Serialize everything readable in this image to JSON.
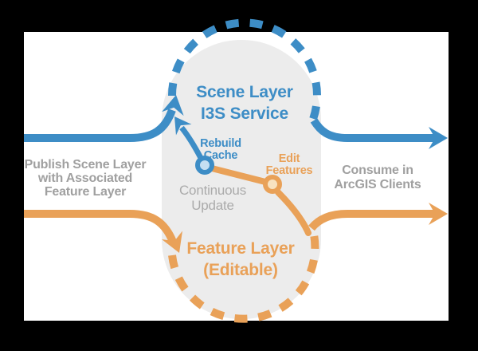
{
  "diagram": {
    "capsule": {
      "scene_layer": {
        "title_line1": "Scene Layer",
        "title_line2": "I3S Service"
      },
      "feature_layer": {
        "title_line1": "Feature Layer",
        "title_line2": "(Editable)"
      },
      "rebuild_cache": {
        "label_line1": "Rebuild",
        "label_line2": "Cache"
      },
      "edit_features": {
        "label_line1": "Edit",
        "label_line2": "Features"
      },
      "continuous_update": {
        "label_line1": "Continuous",
        "label_line2": "Update"
      }
    },
    "left_annotation": {
      "line1": "Publish Scene Layer",
      "line2": "with Associated",
      "line3": "Feature Layer"
    },
    "right_annotation": {
      "line1": "Consume in",
      "line2": "ArcGIS Clients"
    },
    "colors": {
      "scene_blue": "#3D8DC6",
      "scene_node_fill": "#C5DFF2",
      "feature_orange": "#E9A158",
      "feature_node_fill": "#F8E2C0",
      "annotation_gray": "#A0A0A0",
      "capsule_gray": "#ECECEC",
      "canvas_white": "#FFFFFF",
      "frame_black": "#000000"
    }
  }
}
